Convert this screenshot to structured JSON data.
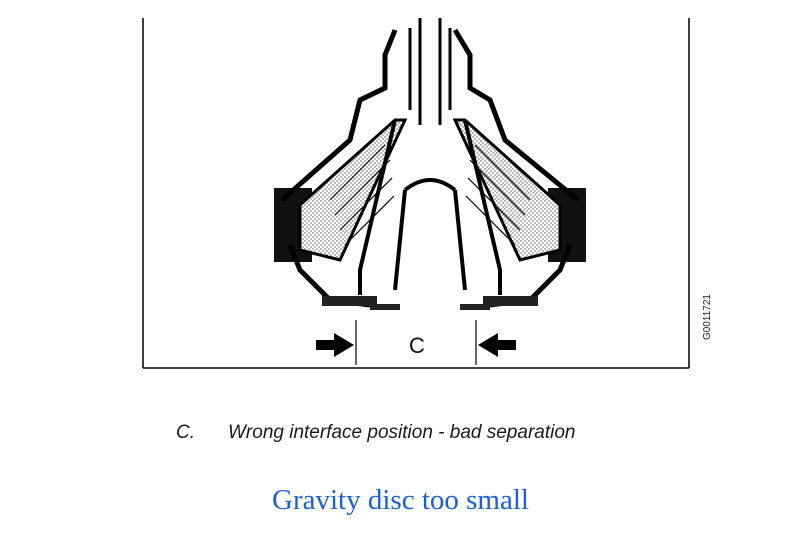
{
  "figure": {
    "dimension_label": "C",
    "figure_id": "G0011721"
  },
  "caption": {
    "letter": "C.",
    "text": "Wrong interface position - bad separation"
  },
  "subtitle": "Gravity disc too small"
}
